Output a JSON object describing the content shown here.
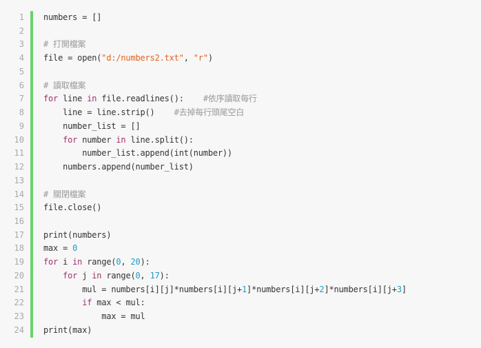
{
  "code": {
    "language": "python",
    "colors": {
      "keyword": "#a0306e",
      "string": "#e0621a",
      "number": "#1c9bc8",
      "comment": "#999999",
      "gutter_bar": "#6ad36a"
    },
    "lines": [
      [
        [
          "t",
          "numbers = []"
        ]
      ],
      [],
      [
        [
          "c",
          "# 打開檔案"
        ]
      ],
      [
        [
          "t",
          "file = open("
        ],
        [
          "s",
          "\"d:/numbers2.txt\""
        ],
        [
          "t",
          ", "
        ],
        [
          "s",
          "\"r\""
        ],
        [
          "t",
          ")"
        ]
      ],
      [],
      [
        [
          "c",
          "# 讀取檔案"
        ]
      ],
      [
        [
          "k",
          "for"
        ],
        [
          "t",
          " line "
        ],
        [
          "k",
          "in"
        ],
        [
          "t",
          " file.readlines():    "
        ],
        [
          "c",
          "#依序讀取每行"
        ]
      ],
      [
        [
          "t",
          "    line = line.strip()    "
        ],
        [
          "c",
          "#去掉每行頭尾空白"
        ]
      ],
      [
        [
          "t",
          "    number_list = []"
        ]
      ],
      [
        [
          "t",
          "    "
        ],
        [
          "k",
          "for"
        ],
        [
          "t",
          " number "
        ],
        [
          "k",
          "in"
        ],
        [
          "t",
          " line.split():"
        ]
      ],
      [
        [
          "t",
          "        number_list.append(int(number))"
        ]
      ],
      [
        [
          "t",
          "    numbers.append(number_list)"
        ]
      ],
      [],
      [
        [
          "c",
          "# 關閉檔案"
        ]
      ],
      [
        [
          "t",
          "file.close()"
        ]
      ],
      [],
      [
        [
          "t",
          "print(numbers)"
        ]
      ],
      [
        [
          "t",
          "max = "
        ],
        [
          "n",
          "0"
        ]
      ],
      [
        [
          "k",
          "for"
        ],
        [
          "t",
          " i "
        ],
        [
          "k",
          "in"
        ],
        [
          "t",
          " range("
        ],
        [
          "n",
          "0"
        ],
        [
          "t",
          ", "
        ],
        [
          "n",
          "20"
        ],
        [
          "t",
          "):"
        ]
      ],
      [
        [
          "t",
          "    "
        ],
        [
          "k",
          "for"
        ],
        [
          "t",
          " j "
        ],
        [
          "k",
          "in"
        ],
        [
          "t",
          " range("
        ],
        [
          "n",
          "0"
        ],
        [
          "t",
          ", "
        ],
        [
          "n",
          "17"
        ],
        [
          "t",
          "):"
        ]
      ],
      [
        [
          "t",
          "        mul = numbers[i][j]*numbers[i][j+"
        ],
        [
          "n",
          "1"
        ],
        [
          "t",
          "]*numbers[i][j+"
        ],
        [
          "n",
          "2"
        ],
        [
          "t",
          "]*numbers[i][j+"
        ],
        [
          "n",
          "3"
        ],
        [
          "t",
          "]"
        ]
      ],
      [
        [
          "t",
          "        "
        ],
        [
          "k",
          "if"
        ],
        [
          "t",
          " max < mul:"
        ]
      ],
      [
        [
          "t",
          "            max = mul"
        ]
      ],
      [
        [
          "t",
          "print(max)"
        ]
      ]
    ]
  }
}
